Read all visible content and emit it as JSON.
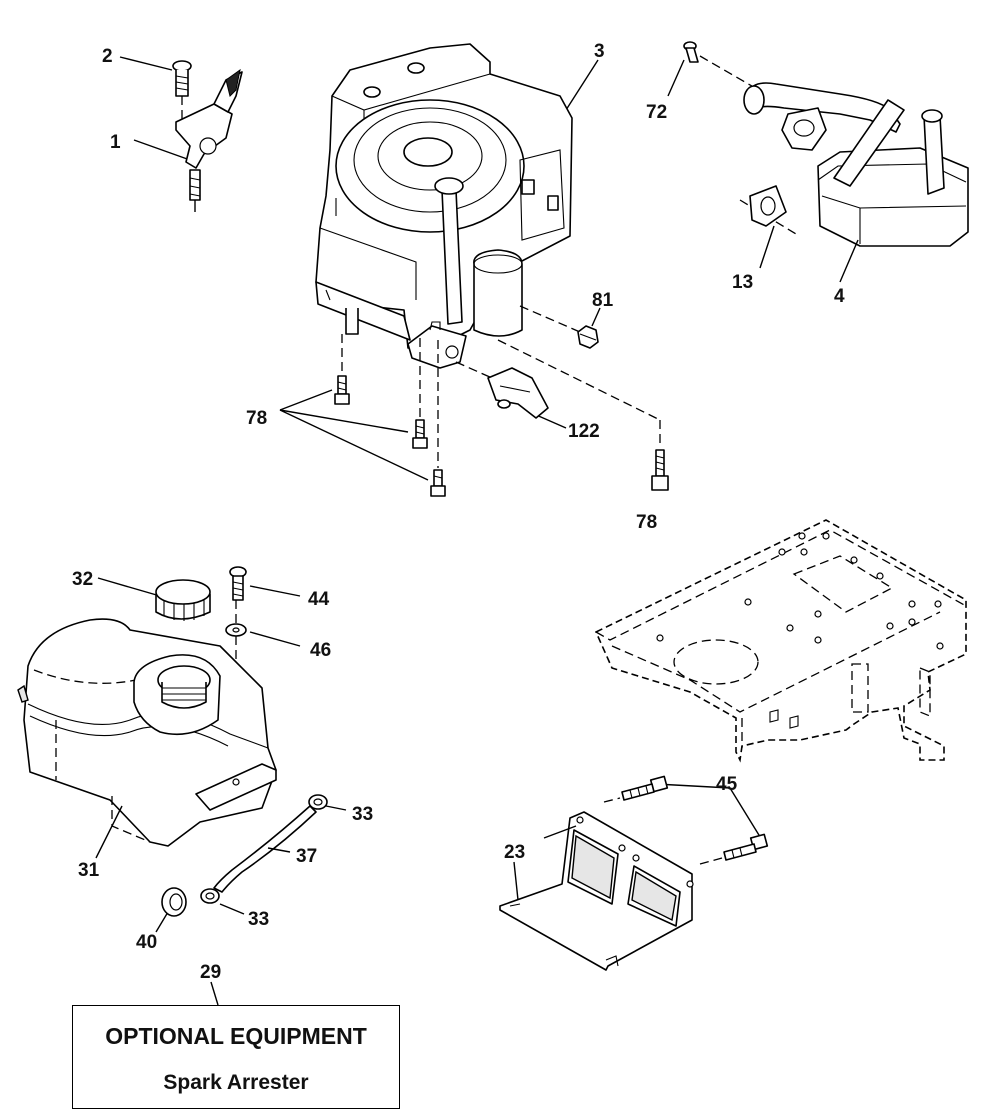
{
  "callouts": {
    "c1": "1",
    "c2": "2",
    "c3": "3",
    "c4": "4",
    "c13": "13",
    "c72": "72",
    "c81": "81",
    "c78a": "78",
    "c78b": "78",
    "c122": "122",
    "c32": "32",
    "c44": "44",
    "c46": "46",
    "c31": "31",
    "c33a": "33",
    "c37": "37",
    "c33b": "33",
    "c40": "40",
    "c29": "29",
    "c45": "45",
    "c23": "23"
  },
  "optional_box": {
    "title": "OPTIONAL EQUIPMENT",
    "subtitle": "Spark Arrester"
  }
}
